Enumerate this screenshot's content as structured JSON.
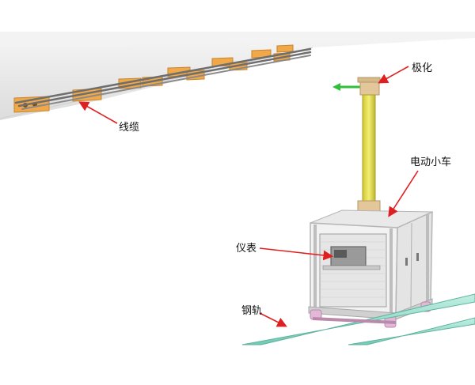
{
  "labels": {
    "cable": "线缆",
    "pole": "极化",
    "cart": "电动小车",
    "meter": "仪表",
    "rail": "钢轨"
  },
  "colors": {
    "background": "#ffffff",
    "ceiling": "#f0f0f0",
    "bracket": "#f0a848",
    "cable": "#6e6e6e",
    "pole": "#e6df4a",
    "pole_cap": "#e3c79a",
    "axis_marker": "#2fbf3a",
    "cabinet_frame": "#c8c8c8",
    "cabinet_panel": "#eeeeee",
    "rail": "#9fe0cf",
    "wheel": "#e3b7d6",
    "arrow": "#e02020"
  }
}
